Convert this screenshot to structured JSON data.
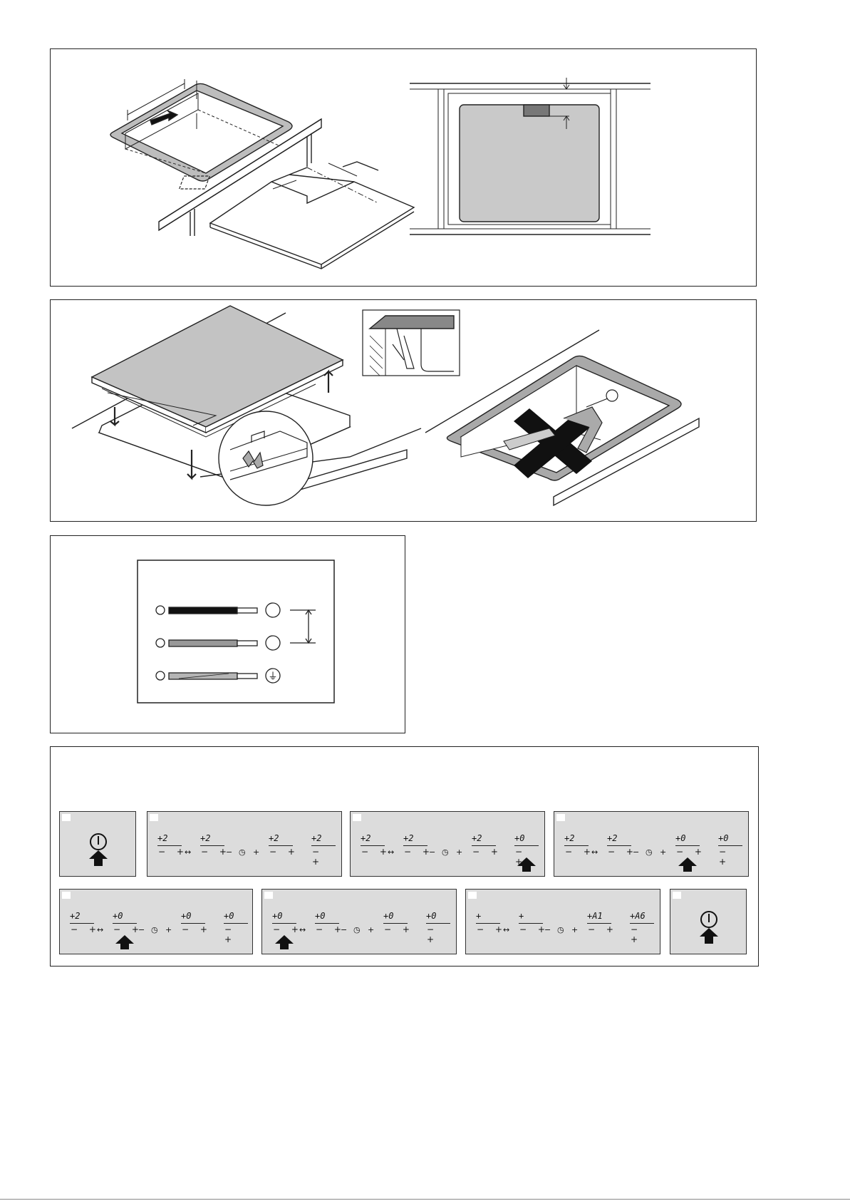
{
  "page": {
    "background": "#ffffff",
    "line_color": "#222222",
    "fill_gray": "#c9c9c9"
  },
  "panels": {
    "installation_cutout": {
      "name": "worktop cutout diagram"
    },
    "front_view": {
      "name": "front view with clearance"
    },
    "fitting": {
      "name": "placing hob with clips"
    },
    "no_sealant": {
      "name": "do not use sealant",
      "icon": "cross-icon"
    },
    "wiring": {
      "name": "wiring diagram",
      "earth_symbol": "⏚"
    },
    "sequence": {
      "steps": [
        {
          "type": "power",
          "icon": "power-icon",
          "arrow": true
        },
        {
          "type": "display",
          "zones": [
            "+2",
            "+2",
            "+2",
            "+2"
          ],
          "arrow_zone": -1
        },
        {
          "type": "display",
          "zones": [
            "+2",
            "+2",
            "+2",
            "+0"
          ],
          "arrow_zone": 3
        },
        {
          "type": "display",
          "zones": [
            "+2",
            "+2",
            "+0",
            "+0"
          ],
          "arrow_zone": 2
        },
        {
          "type": "display",
          "zones": [
            "+2",
            "+0",
            "+0",
            "+0"
          ],
          "arrow_zone": 1
        },
        {
          "type": "display",
          "zones": [
            "+0",
            "+0",
            "+0",
            "+0"
          ],
          "arrow_zone": 0
        },
        {
          "type": "display",
          "zones": [
            "+",
            "+",
            "+A1",
            "+A6"
          ],
          "arrow_zone": -1
        },
        {
          "type": "power",
          "icon": "power-icon",
          "arrow": true
        }
      ],
      "minus_plus": "− +",
      "link_symbol": "↔",
      "timer_symbol": "◷",
      "minus": "−",
      "plus": "+"
    }
  }
}
